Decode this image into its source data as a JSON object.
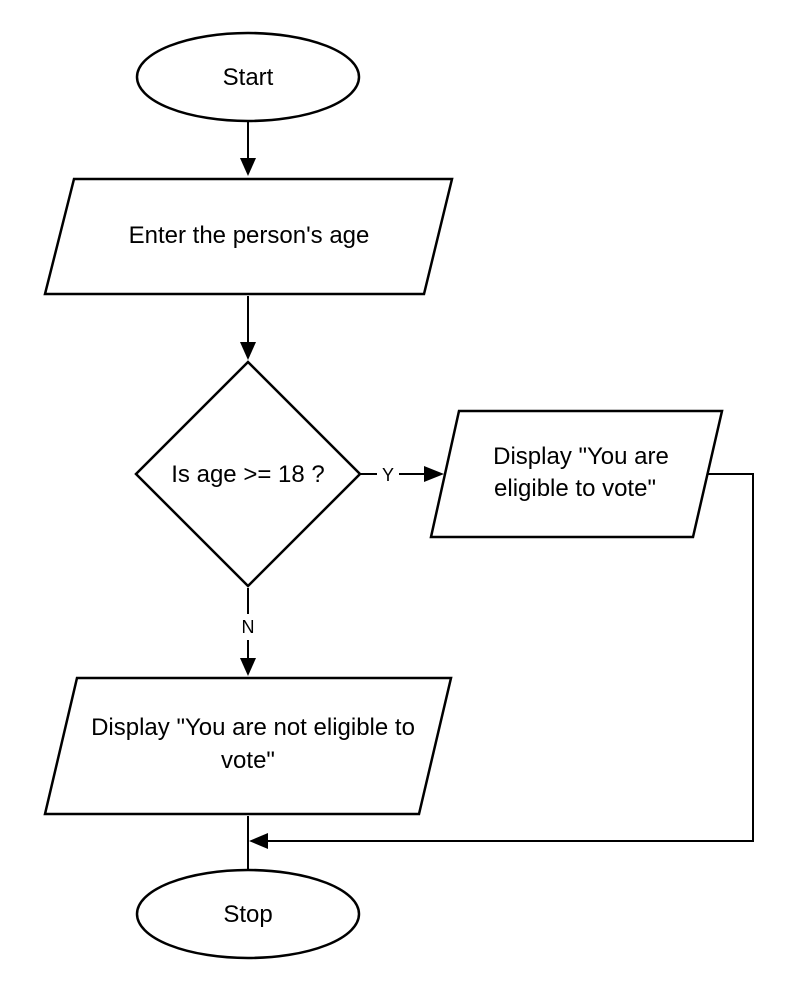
{
  "nodes": {
    "start": {
      "label": "Start"
    },
    "input_age": {
      "label": "Enter the person's age"
    },
    "decision": {
      "label": "Is age >= 18 ?"
    },
    "eligible": {
      "line1": "Display \"You are",
      "line2": "eligible to vote\""
    },
    "not_eligible": {
      "line1": "Display \"You are not eligible to",
      "line2": "vote\""
    },
    "stop": {
      "label": "Stop"
    }
  },
  "edges": {
    "yes_label": "Y",
    "no_label": "N"
  }
}
